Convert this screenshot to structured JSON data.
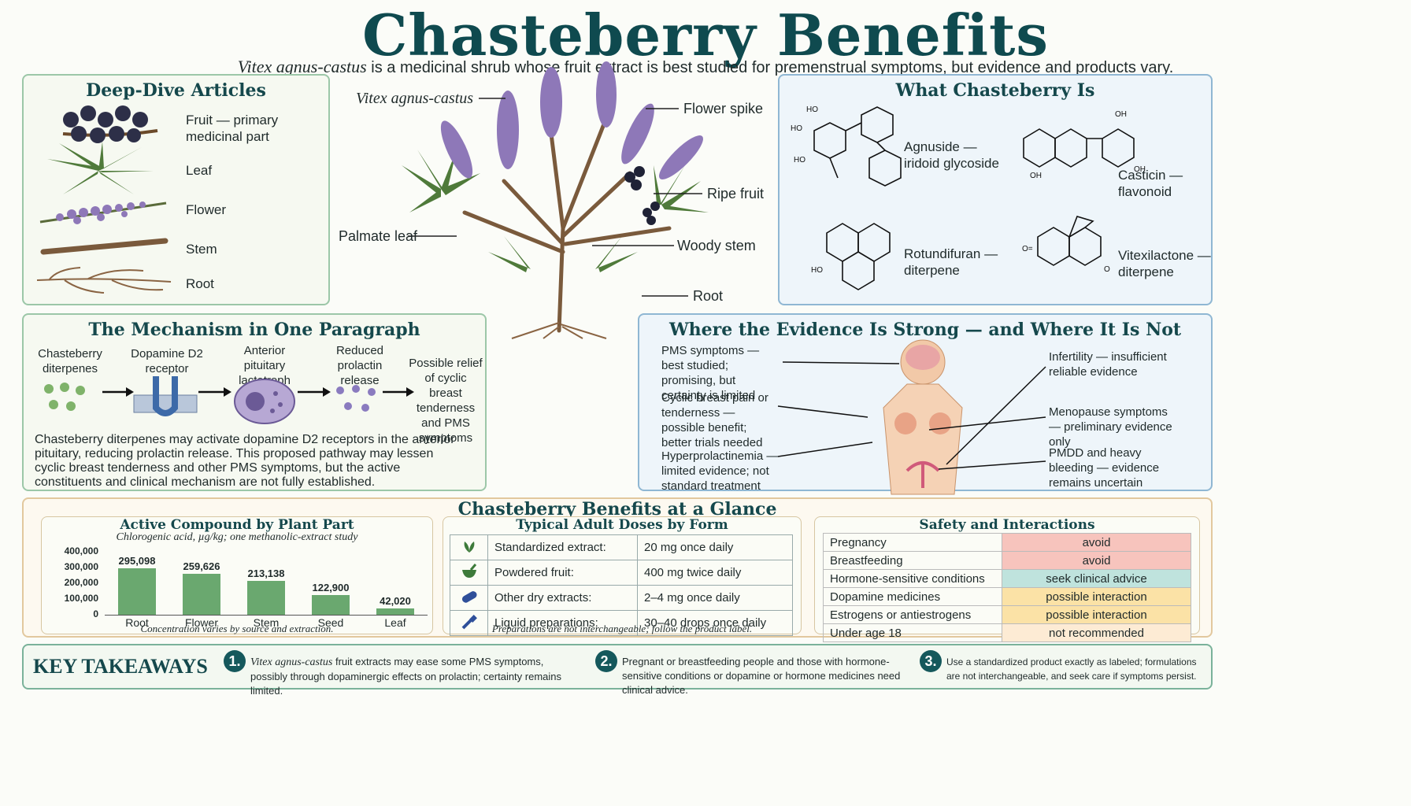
{
  "header": {
    "title": "Chasteberry Benefits",
    "subtitle_species": "Vitex agnus-castus",
    "subtitle_rest": " is a medicinal shrub whose fruit extract is best studied for premenstrual symptoms, but evidence and products vary."
  },
  "articles": {
    "title": "Deep-Dive Articles",
    "items": [
      {
        "label": "Fruit — primary medicinal part",
        "icon": "berries-icon"
      },
      {
        "label": "Leaf",
        "icon": "leaf-icon"
      },
      {
        "label": "Flower",
        "icon": "flower-icon"
      },
      {
        "label": "Stem",
        "icon": "stem-icon"
      },
      {
        "label": "Root",
        "icon": "root-icon"
      }
    ]
  },
  "plant": {
    "species_label": "Vitex agnus-castus",
    "callouts": {
      "flower_spike": "Flower spike",
      "ripe_fruit": "Ripe fruit",
      "palmate_leaf": "Palmate leaf",
      "woody_stem": "Woody stem",
      "root": "Root"
    }
  },
  "what_is": {
    "title": "What Chasteberry Is",
    "compounds": [
      {
        "name": "Agnuside —",
        "class": "iridoid glycoside"
      },
      {
        "name": "Casticin —",
        "class": "flavonoid"
      },
      {
        "name": "Rotundifuran —",
        "class": "diterpene"
      },
      {
        "name": "Vitexilactone —",
        "class": "diterpene"
      }
    ]
  },
  "mechanism": {
    "title": "The Mechanism in One Paragraph",
    "steps": [
      "Chasteberry diterpenes",
      "Dopamine D2 receptor",
      "Anterior pituitary lactotroph",
      "Reduced prolactin release",
      "Possible relief of cyclic breast tenderness and PMS symptoms"
    ],
    "paragraph": "Chasteberry diterpenes may activate dopamine D2 receptors in the anterior pituitary, reducing prolactin release. This proposed pathway may lessen cyclic breast tenderness and other PMS symptoms, but the active constituents and clinical mechanism are not fully established."
  },
  "evidence": {
    "title": "Where the Evidence Is Strong — and Where It Is Not",
    "left": [
      {
        "head": "PMS symptoms",
        "text": " — best studied; promising, but certainty is limited"
      },
      {
        "head": "Cyclic breast pain or tenderness",
        "text": " — possible benefit; better trials needed"
      },
      {
        "head": "Hyperprolactinemia",
        "text": " — limited evidence; not standard treatment"
      }
    ],
    "right": [
      {
        "head": "Infertility",
        "text": " — insufficient reliable evidence"
      },
      {
        "head": "Menopause symptoms",
        "text": " — preliminary evidence only"
      },
      {
        "head": "PMDD and heavy bleeding",
        "text": " — evidence remains uncertain"
      }
    ]
  },
  "glance": {
    "title": "Chasteberry Benefits at a Glance",
    "chart_title": "Active Compound by Plant Part",
    "chart_subtitle": "Chlorogenic acid, µg/kg; one methanolic-extract study",
    "chart_note": "Concentration varies by source and extraction.",
    "doses_title": "Typical Adult Doses by Form",
    "doses": [
      {
        "form": "Standardized extract:",
        "dose": "20 mg once daily",
        "icon": "leaves-icon"
      },
      {
        "form": "Powdered fruit:",
        "dose": "400 mg twice daily",
        "icon": "mortar-icon"
      },
      {
        "form": "Other dry extracts:",
        "dose": "2–4 mg once daily",
        "icon": "capsule-icon"
      },
      {
        "form": "Liquid preparations:",
        "dose": "30–40 drops once daily",
        "icon": "dropper-icon"
      }
    ],
    "doses_note": "Preparations are not interchangeable; follow the product label.",
    "safety_title": "Safety and Interactions",
    "safety": [
      {
        "item": "Pregnancy",
        "value": "avoid",
        "color": "#f7c4bd"
      },
      {
        "item": "Breastfeeding",
        "value": "avoid",
        "color": "#f7c4bd"
      },
      {
        "item": "Hormone-sensitive conditions",
        "value": "seek clinical advice",
        "color": "#bfe3dd"
      },
      {
        "item": "Dopamine medicines",
        "value": "possible interaction",
        "color": "#fbe2a6"
      },
      {
        "item": "Estrogens or antiestrogens",
        "value": "possible interaction",
        "color": "#fbe2a6"
      },
      {
        "item": "Under age 18",
        "value": "not recommended",
        "color": "#fdebd4"
      }
    ]
  },
  "chart_data": {
    "type": "bar",
    "title": "Active Compound by Plant Part",
    "subtitle": "Chlorogenic acid, µg/kg; one methanolic-extract study",
    "categories": [
      "Root",
      "Flower",
      "Stem",
      "Seed",
      "Leaf"
    ],
    "values": [
      295098,
      259626,
      213138,
      122900,
      42020
    ],
    "value_labels": [
      "295,098",
      "259,626",
      "213,138",
      "122,900",
      "42,020"
    ],
    "ylim": [
      0,
      400000
    ],
    "yticks": [
      "400,000",
      "300,000",
      "200,000",
      "100,000",
      "0"
    ],
    "bar_color": "#6aa86f",
    "note": "Concentration varies by source and extraction."
  },
  "takeaways": {
    "title": "KEY TAKEAWAYS",
    "items": [
      {
        "n": "1.",
        "species": "Vitex agnus-castus",
        "text": " fruit extracts may ease some PMS symptoms, possibly through dopaminergic effects on prolactin; certainty remains limited."
      },
      {
        "n": "2.",
        "text": "Pregnant or breastfeeding people and those with hormone-sensitive conditions or dopamine or hormone medicines need clinical advice."
      },
      {
        "n": "3.",
        "text": "Use a standardized product exactly as labeled; formulations are not interchangeable, and seek care if symptoms persist."
      }
    ]
  }
}
